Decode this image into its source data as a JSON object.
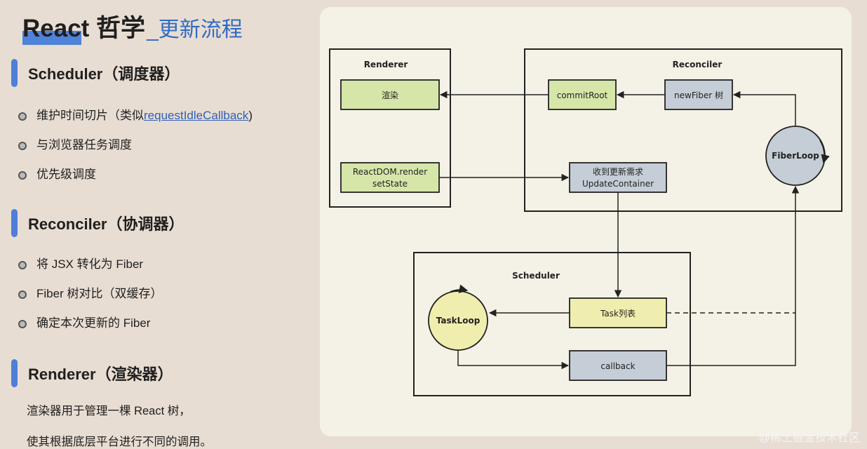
{
  "title": {
    "main": "React 哲学",
    "sub": "_更新流程"
  },
  "sections": {
    "scheduler": {
      "heading": "Scheduler（调度器）",
      "bullets": [
        "维护时间切片（类似",
        "与浏览器任务调度",
        "优先级调度"
      ],
      "link": "requestIdleCallback",
      "link_tail": ")"
    },
    "reconciler": {
      "heading": "Reconciler（协调器）",
      "bullets": [
        "将 JSX 转化为 Fiber",
        "Fiber 树对比（双缓存）",
        "确定本次更新的 Fiber"
      ]
    },
    "renderer": {
      "heading": "Renderer（渲染器）",
      "paragraph": [
        "渲染器用于管理一棵 React 树，",
        "使其根据底层平台进行不同的调用。"
      ]
    }
  },
  "diagram": {
    "groups": {
      "renderer": "Renderer",
      "reconciler": "Reconciler",
      "scheduler": "Scheduler"
    },
    "nodes": {
      "render": "渲染",
      "reactdom_line1": "ReactDOM.render",
      "reactdom_line2": "setState",
      "commit": "commitRoot",
      "newfiber": "newFiber 树",
      "update_line1": "收到更新需求",
      "update_line2": "UpdateContainer",
      "fiberloop": "FiberLoop",
      "tasklist": "Task列表",
      "taskloop": "TaskLoop",
      "callback": "callback"
    },
    "colors": {
      "green": "#d6e6a8",
      "gray": "#c5ced6",
      "yellow": "#f0eeae",
      "stroke": "#222222"
    }
  },
  "watermark": "@稀土掘金技术社区"
}
